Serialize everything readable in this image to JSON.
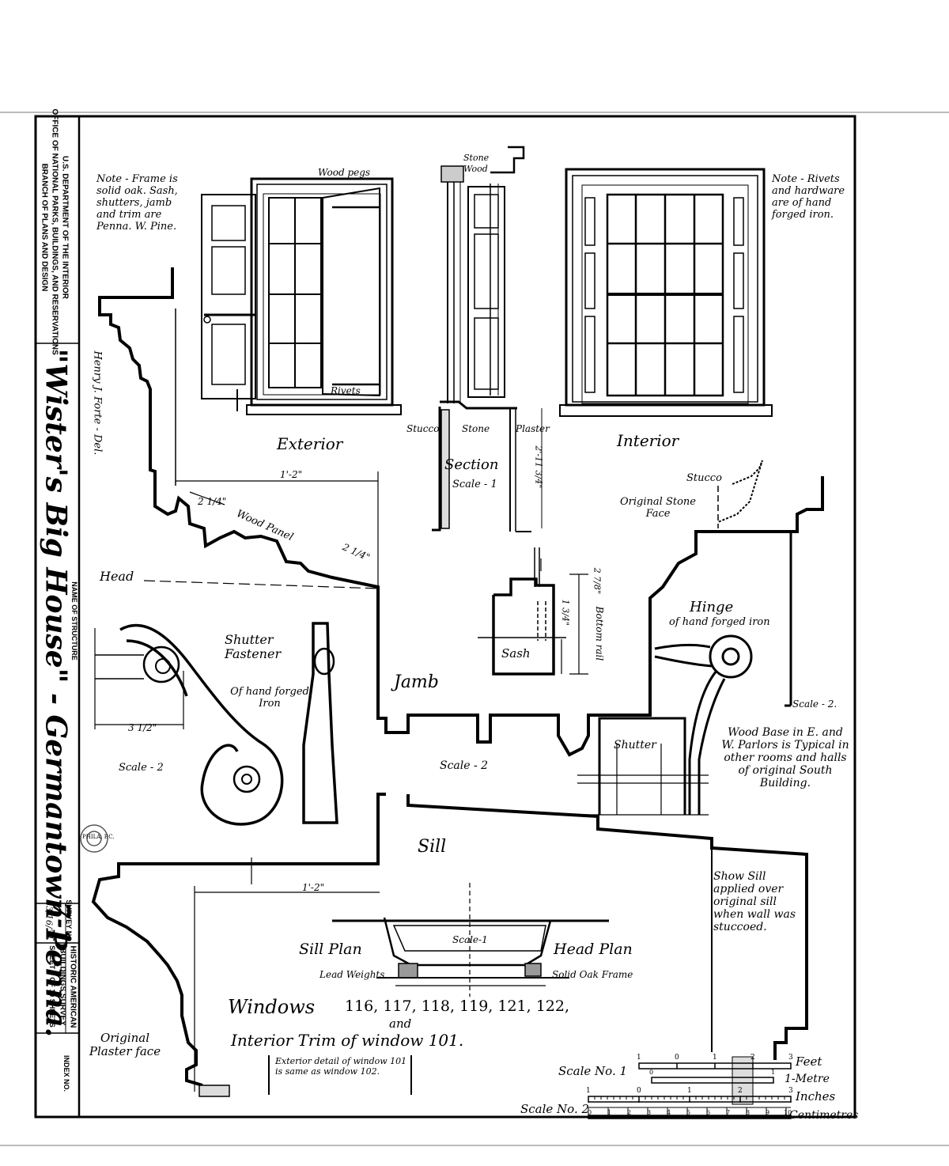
{
  "title_block": {
    "agency_line1": "U.S. DEPARTMENT OF THE INTERIOR",
    "agency_line2": "OFFICE OF NATIONAL PARKS, BUILDINGS, AND RESERVATIONS",
    "agency_line3": "BRANCH OF PLANS AND DESIGN",
    "name_of_structure_label": "NAME OF STRUCTURE",
    "structure_name": "\"Wister's Big House\" - Germantown Penna.",
    "delineator": "Henry J. Forte - Del.",
    "survey_no_label": "SURVEY NO.",
    "survey_no": "7-1",
    "survey_date": "3/16/34",
    "habs_line1": "HISTORIC AMERICAN",
    "habs_line2": "BUILDINGS SURVEY",
    "sheet_line": "SHEET 8 OF 10 SHEETS",
    "index_label": "INDEX NO."
  },
  "stamp_text": "PHILA. P.C.",
  "notes": {
    "frame_note": "Note - Frame is solid oak. Sash, shutters, jamb and trim are Penna. W. Pine.",
    "rivets_note": "Note - Rivets and hardware are of hand forged iron.",
    "wood_base_note": "Wood Base in E. and W. Parlors is Typical in other rooms and halls of original South Building.",
    "show_sill_note": "Show Sill applied over original sill when wall was stuccoed.",
    "exterior_detail_note": "Exterior detail of window 101 is same as window 102."
  },
  "labels": {
    "wood_pegs": "Wood pegs",
    "rivets": "Rivets",
    "exterior": "Exterior",
    "interior": "Interior",
    "stone": "Stone",
    "wood": "Wood",
    "stucco": "Stucco",
    "plaster": "Plaster",
    "section": "Section",
    "scale_1": "Scale - 1",
    "dim_2_11": "2'-11 3/4\"",
    "dim_1_2_top": "1'-2\"",
    "dim_2_14_a": "2 1/4\"",
    "dim_2_14_b": "2 1/4\"",
    "wood_panel": "Wood Panel",
    "head": "Head",
    "stucco_right": "Stucco",
    "original_stone_face": "Original Stone Face",
    "dim_2_78": "2 7/8\"",
    "bottom_rail": "Bottom rail",
    "dim_1_34": "1 3/4\"",
    "sash": "Sash",
    "hinge_title": "Hinge",
    "hinge_sub": "of hand forged iron",
    "shutter_fastener": "Shutter Fastener",
    "fastener_sub": "Of hand forged Iron",
    "dim_3_12": "3 1/2\"",
    "scale_2_left": "Scale - 2",
    "jamb": "Jamb",
    "scale_2_mid": "Scale - 2",
    "shutter": "Shutter",
    "scale_2_right": "Scale - 2.",
    "sill": "Sill",
    "dim_1_2_bottom": "1'-2\"",
    "scale_1_plan": "Scale-1",
    "sill_plan": "Sill Plan",
    "head_plan": "Head Plan",
    "lead_weights": "Lead Weights",
    "solid_oak_frame": "Solid Oak Frame",
    "original_plaster_face": "Original Plaster face",
    "windows_title": "Windows",
    "windows_numbers": "116, 117, 118, 119, 121, 122,",
    "and": "and",
    "interior_trim": "Interior Trim of window 101."
  },
  "scales": {
    "scale_no_1": "Scale No. 1",
    "scale_no_2": "Scale No. 2",
    "feet": "Feet",
    "metre": "1-Metre",
    "inches": "Inches",
    "centimetres": "Centimetres",
    "feet_ticks": [
      "1",
      "0",
      "1",
      "2",
      "3"
    ],
    "inch_ticks": [
      "1",
      "0",
      "1",
      "2",
      "3"
    ],
    "cm_ticks": [
      "0",
      "1",
      "2",
      "3",
      "4",
      "5",
      "6",
      "7",
      "8",
      "9",
      "10"
    ],
    "metre_ticks": [
      "0",
      "1"
    ]
  }
}
